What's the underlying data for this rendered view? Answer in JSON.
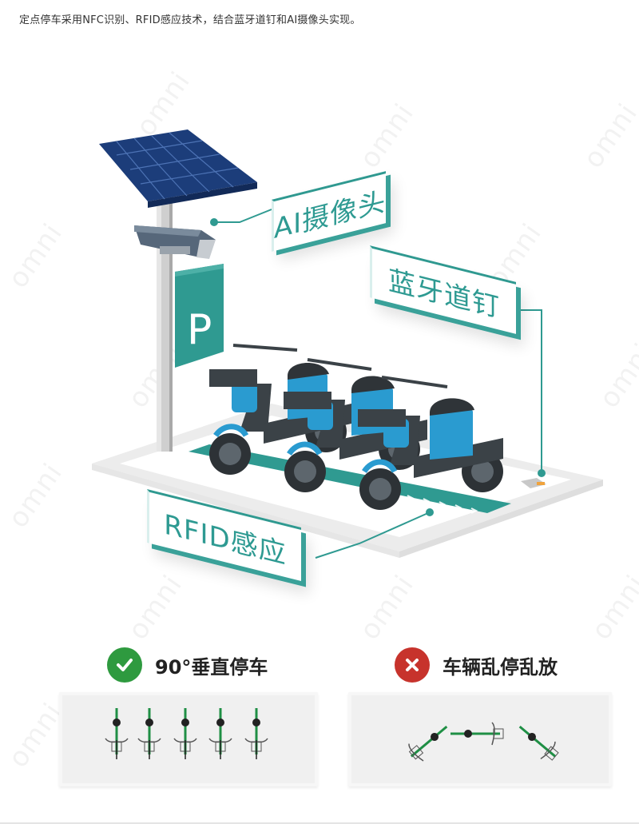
{
  "intro": {
    "text": "定点停车采用NFC识别、RFID感应技术，结合蓝牙道钉和AI摄像头实现。"
  },
  "diagram": {
    "labels": {
      "camera": "AI摄像头",
      "bluetooth_stud": "蓝牙道钉",
      "rfid": "RFID感应"
    },
    "parking_sign": "P",
    "colors": {
      "teal": "#2f9a91",
      "teal_light": "#3aa199",
      "solar_panel": "#1c3d7a",
      "scooter_blue": "#2a9bd0",
      "scooter_dark": "#3b4247",
      "pole": "#c9c9c9"
    },
    "watermark": "omni"
  },
  "comparison": {
    "correct": {
      "icon": "check-icon",
      "label": "90°垂直停车",
      "color": "#2e9a3f"
    },
    "wrong": {
      "icon": "cross-icon",
      "label": "车辆乱停乱放",
      "color": "#c7332c"
    }
  }
}
